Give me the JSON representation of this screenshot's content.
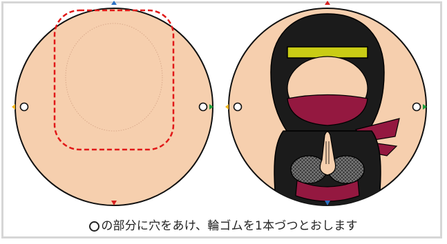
{
  "caption": {
    "text": "の部分に穴をあけ、輪ゴムを1本づつとおします"
  },
  "colors": {
    "disc_fill": "#f6cfae",
    "disc_stroke": "#111111",
    "cut_line": "#e11818",
    "marker_top_left": "#2a6fc2",
    "marker_bottom_left": "#d61f1f",
    "marker_left_left": "#f2b51c",
    "marker_right_left": "#1c9e3a",
    "marker_top_right": "#d61f1f",
    "marker_bottom_right": "#2a6fc2",
    "marker_left_right": "#f2b51c",
    "marker_right_right": "#1c9e3a",
    "hood": "#1b1b1b",
    "headband": "#c9cc15",
    "mask": "#941840",
    "sleeve_mesh": "#5a5a5a"
  },
  "icons": {
    "hole": "open-circle",
    "marker": "triangle"
  }
}
